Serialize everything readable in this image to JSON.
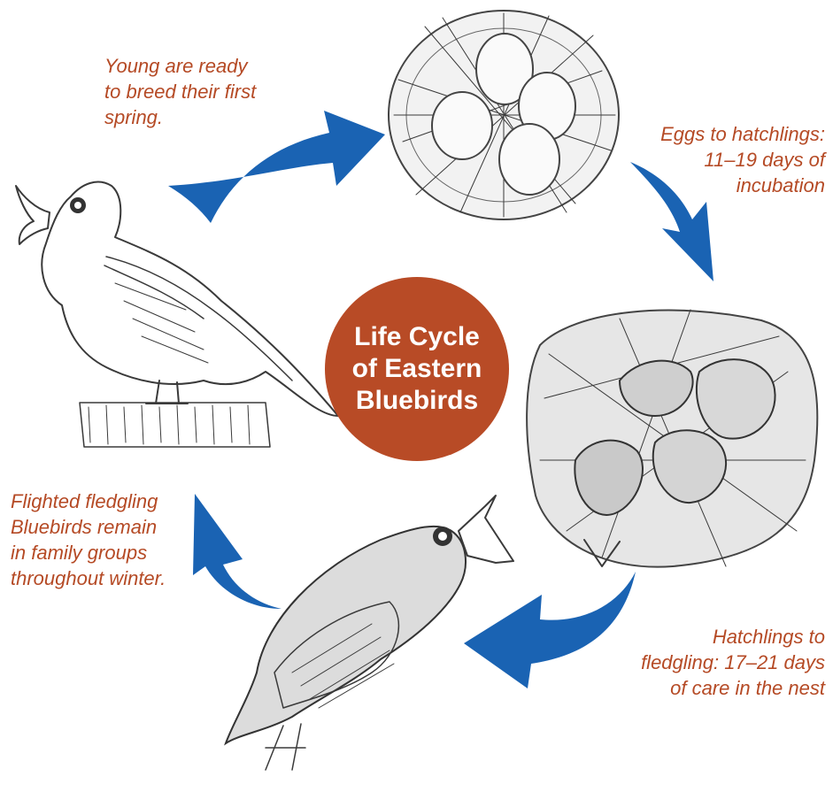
{
  "center": {
    "title": "Life Cycle\nof Eastern\nBluebirds"
  },
  "stages": [
    {
      "caption": "Young are ready\nto breed their first\nspring."
    },
    {
      "caption": "Eggs to hatchlings:\n11–19 days of\nincubation"
    },
    {
      "caption": "Hatchlings to\nfledgling: 17–21 days\nof care in the nest"
    },
    {
      "caption": "Flighted fledgling\nBluebirds remain\nin family groups\nthroughout winter."
    }
  ],
  "colors": {
    "arrow": "#1a63b3",
    "caption_text": "#b54a25",
    "center_circle": "#b84b26",
    "center_text": "#ffffff"
  },
  "illustrations": [
    "adult-bluebird-sketch",
    "nest-with-eggs-sketch",
    "nest-with-hatchlings-sketch",
    "fledgling-sketch"
  ]
}
